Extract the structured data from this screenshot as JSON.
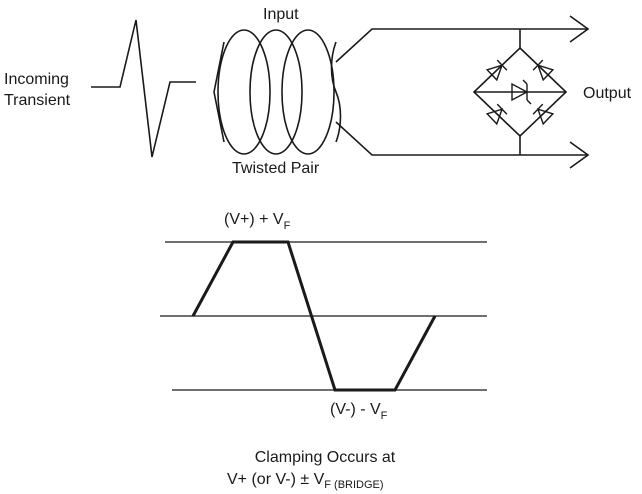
{
  "circuit": {
    "incoming_label_1": "Incoming",
    "incoming_label_2": "Transient",
    "input_label": "Input",
    "twisted_pair_label": "Twisted Pair",
    "output_label": "Output"
  },
  "waveform": {
    "upper_label_main": "(V+) + V",
    "upper_label_sub": "F",
    "lower_label_main": "(V-) - V",
    "lower_label_sub": "F"
  },
  "caption": {
    "line1": "Clamping Occurs at",
    "line2_main": "V+ (or V-) ± V",
    "line2_sub": "F (BRIDGE)"
  },
  "colors": {
    "ink": "#1a1a1a",
    "background": "#ffffff"
  }
}
